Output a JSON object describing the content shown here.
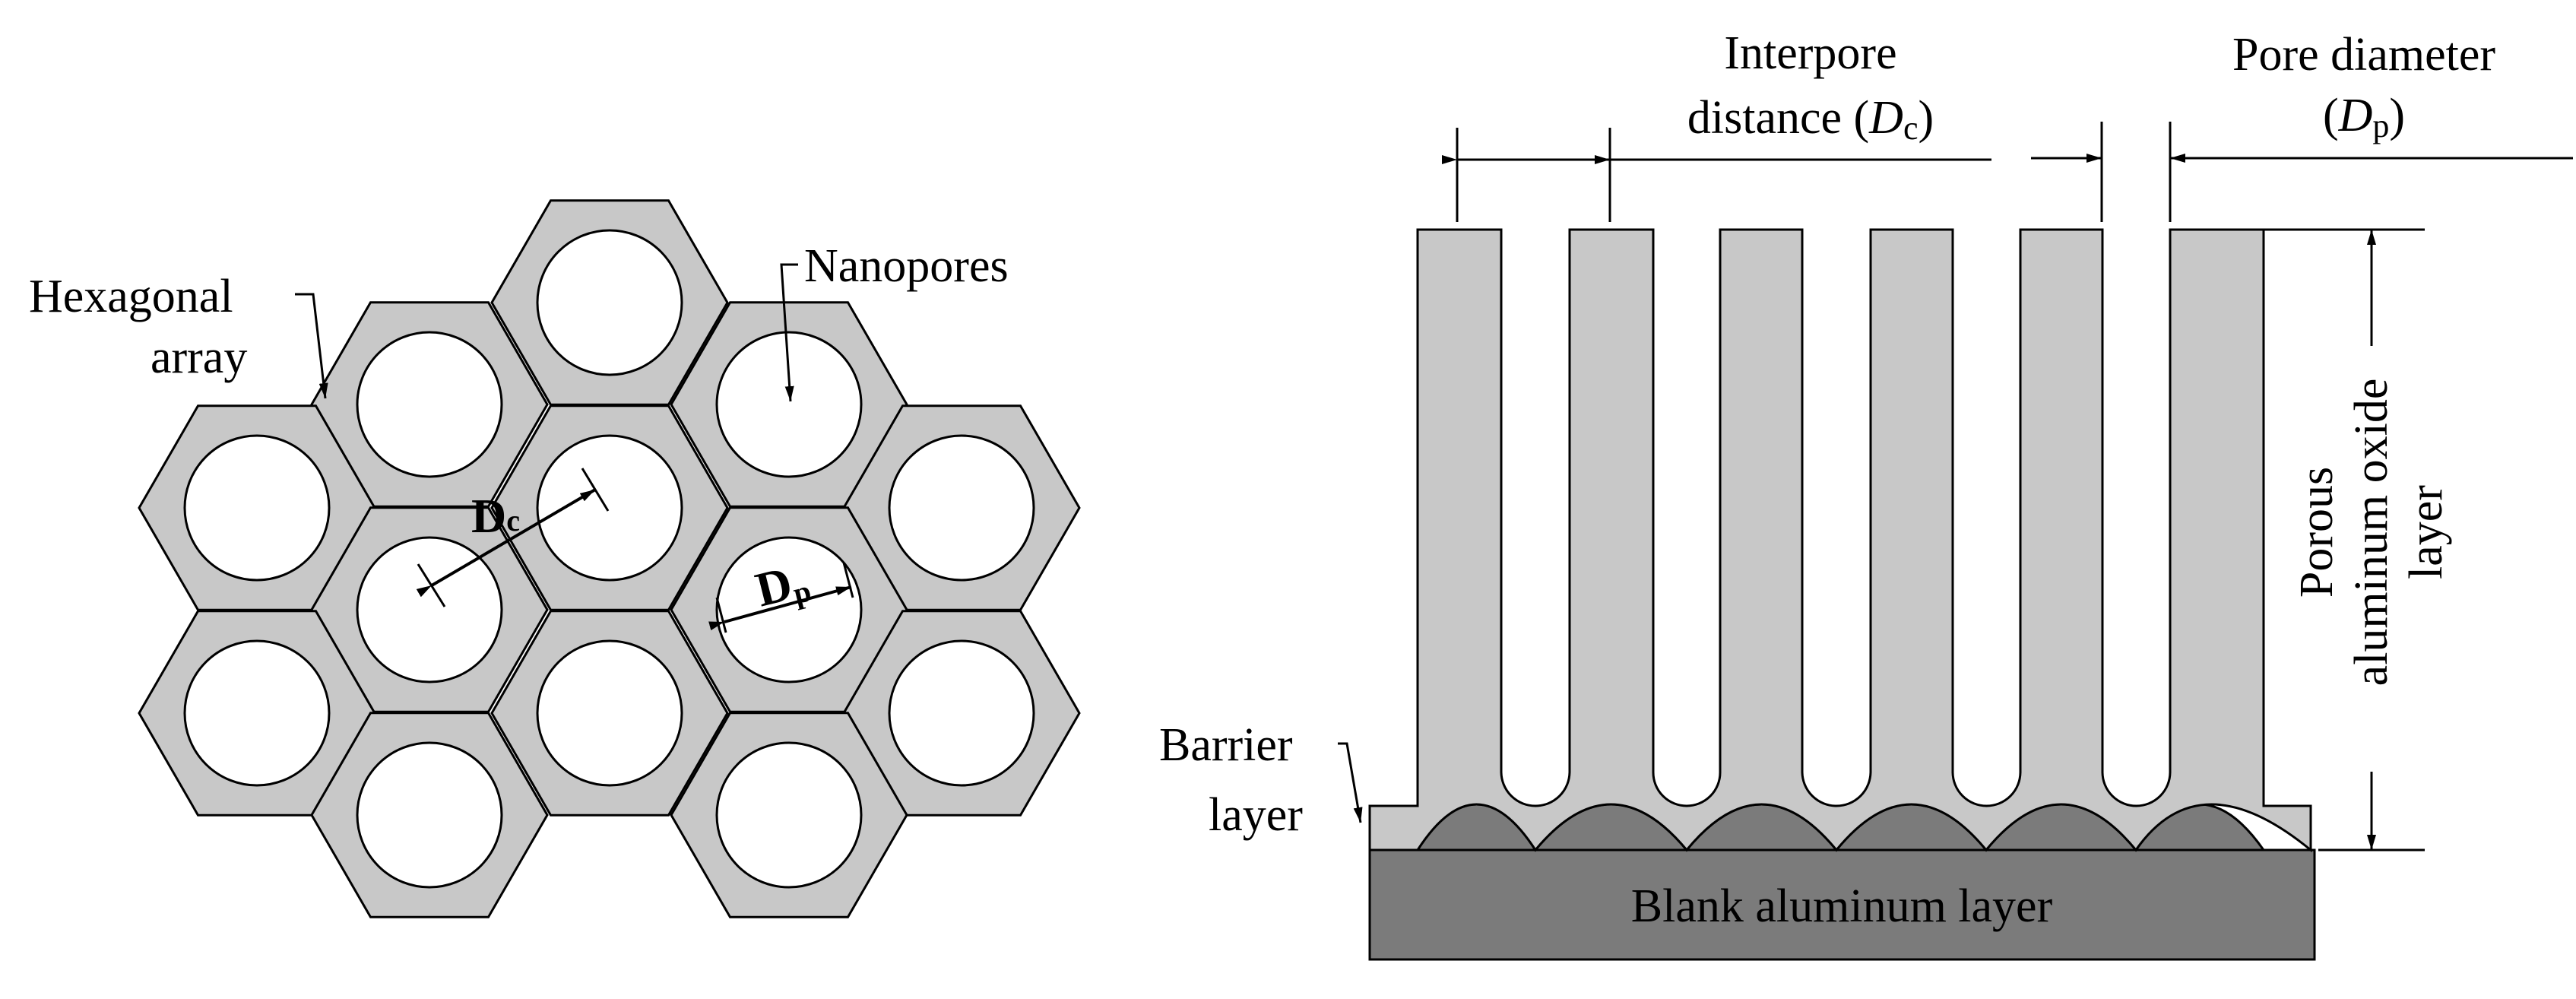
{
  "hex_panel": {
    "label_hexagonal_line1": "Hexagonal",
    "label_hexagonal_line2": "array",
    "label_nanopores": "Nanopores",
    "dc_symbol": "D",
    "dc_subscript": "c",
    "dp_symbol": "D",
    "dp_subscript": "p"
  },
  "cross_section": {
    "interpore_line1": "Interpore",
    "interpore_line2_prefix": "distance (",
    "interpore_symbol": "D",
    "interpore_subscript": "c",
    "interpore_suffix": ")",
    "pore_diameter_line1": "Pore diameter",
    "pore_diameter_open": "(",
    "pore_diameter_symbol": "D",
    "pore_diameter_subscript": "p",
    "pore_diameter_close": ")",
    "barrier_line1": "Barrier",
    "barrier_line2": "layer",
    "oxide_line1": "Porous",
    "oxide_line2": "aluminum oxide",
    "oxide_line3": "layer",
    "blank_layer": "Blank aluminum layer"
  },
  "colors": {
    "oxide_fill": "#c8c8c8",
    "aluminum_fill": "#7b7b7b",
    "outline": "#000000",
    "pore_fill": "#ffffff"
  }
}
